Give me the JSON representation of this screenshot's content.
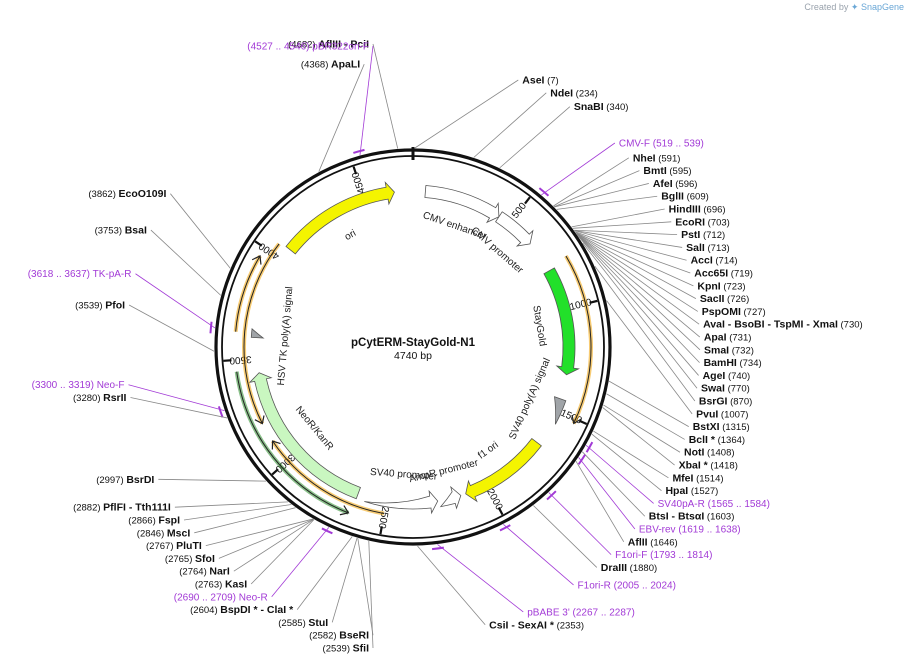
{
  "brand": {
    "created_by": "Created by",
    "app": "SnapGene"
  },
  "plasmid": {
    "name": "pCytERM-StayGold-N1",
    "size_label": "4740 bp",
    "length": 4740
  },
  "ticks": [
    "500",
    "1000",
    "1500",
    "2000",
    "2500",
    "3000",
    "3500",
    "4000",
    "4500"
  ],
  "enzymes": [
    {
      "name": "AseI",
      "pos": "(7)",
      "site": 7
    },
    {
      "name": "NdeI",
      "pos": "(234)",
      "site": 234
    },
    {
      "name": "SnaBI",
      "pos": "(340)",
      "site": 340
    },
    {
      "name": "NheI",
      "pos": "(591)",
      "site": 591
    },
    {
      "name": "BmtI",
      "pos": "(595)",
      "site": 595
    },
    {
      "name": "AfeI",
      "pos": "(596)",
      "site": 596
    },
    {
      "name": "BglII",
      "pos": "(609)",
      "site": 609
    },
    {
      "name": "HindIII",
      "pos": "(696)",
      "site": 696
    },
    {
      "name": "EcoRI",
      "pos": "(703)",
      "site": 703
    },
    {
      "name": "PstI",
      "pos": "(712)",
      "site": 712
    },
    {
      "name": "SalI",
      "pos": "(713)",
      "site": 713
    },
    {
      "name": "AccI",
      "pos": "(714)",
      "site": 714
    },
    {
      "name": "Acc65I",
      "pos": "(719)",
      "site": 719
    },
    {
      "name": "KpnI",
      "pos": "(723)",
      "site": 723
    },
    {
      "name": "SacII",
      "pos": "(726)",
      "site": 726
    },
    {
      "name": "PspOMI",
      "pos": "(727)",
      "site": 727
    },
    {
      "name": "AvaI  - BsoBI  - TspMI  - XmaI",
      "pos": "(730)",
      "site": 730
    },
    {
      "name": "ApaI",
      "pos": "(731)",
      "site": 731
    },
    {
      "name": "SmaI",
      "pos": "(732)",
      "site": 732
    },
    {
      "name": "BamHI",
      "pos": "(734)",
      "site": 734
    },
    {
      "name": "AgeI",
      "pos": "(740)",
      "site": 740
    },
    {
      "name": "SwaI",
      "pos": "(770)",
      "site": 770
    },
    {
      "name": "BsrGI",
      "pos": "(870)",
      "site": 870
    },
    {
      "name": "PvuI",
      "pos": "(1007)",
      "site": 1007
    },
    {
      "name": "BstXI",
      "pos": "(1315)",
      "site": 1315
    },
    {
      "name": "BclI *",
      "pos": "(1364)",
      "site": 1364
    },
    {
      "name": "NotI",
      "pos": "(1408)",
      "site": 1408
    },
    {
      "name": "XbaI *",
      "pos": "(1418)",
      "site": 1418
    },
    {
      "name": "MfeI",
      "pos": "(1514)",
      "site": 1514
    },
    {
      "name": "HpaI",
      "pos": "(1527)",
      "site": 1527
    },
    {
      "name": "BtsI  - BtsαI",
      "pos": "(1603)",
      "site": 1603
    },
    {
      "name": "AflII",
      "pos": "(1646)",
      "site": 1646
    },
    {
      "name": "DraIII",
      "pos": "(1880)",
      "site": 1880
    },
    {
      "name": "CsiI  - SexAI *",
      "pos": "(2353)",
      "site": 2353
    },
    {
      "name": "SfiI",
      "pos": "(2539)",
      "site": 2539
    },
    {
      "name": "BseRI",
      "pos": "(2582)",
      "site": 2582
    },
    {
      "name": "StuI",
      "pos": "(2585)",
      "site": 2585
    },
    {
      "name": "BspDI *  - ClaI *",
      "pos": "(2604)",
      "site": 2604
    },
    {
      "name": "KasI",
      "pos": "(2763)",
      "site": 2763
    },
    {
      "name": "NarI",
      "pos": "(2764)",
      "site": 2764
    },
    {
      "name": "SfoI",
      "pos": "(2765)",
      "site": 2765
    },
    {
      "name": "PluTI",
      "pos": "(2767)",
      "site": 2767
    },
    {
      "name": "MscI",
      "pos": "(2846)",
      "site": 2846
    },
    {
      "name": "FspI",
      "pos": "(2866)",
      "site": 2866
    },
    {
      "name": "PflFI  - Tth111I",
      "pos": "(2882)",
      "site": 2882
    },
    {
      "name": "BsrDI",
      "pos": "(2997)",
      "site": 2997
    },
    {
      "name": "RsrII",
      "pos": "(3280)",
      "site": 3280
    },
    {
      "name": "PfoI",
      "pos": "(3539)",
      "site": 3539
    },
    {
      "name": "BsaI",
      "pos": "(3753)",
      "site": 3753
    },
    {
      "name": "EcoO109I",
      "pos": "(3862)",
      "site": 3862
    },
    {
      "name": "ApaLI",
      "pos": "(4368)",
      "site": 4368
    },
    {
      "name": "AflIII  - PciI",
      "pos": "(4682)",
      "site": 4682
    }
  ],
  "primers": [
    {
      "name": "CMV-F",
      "range": "(519 .. 539)",
      "start": 519,
      "end": 539
    },
    {
      "name": "SV40pA-R",
      "range": "(1565 .. 1584)",
      "start": 1565,
      "end": 1584
    },
    {
      "name": "EBV-rev",
      "range": "(1619 .. 1638)",
      "start": 1619,
      "end": 1638
    },
    {
      "name": "F1ori-F",
      "range": "(1793 .. 1814)",
      "start": 1793,
      "end": 1814
    },
    {
      "name": "F1ori-R",
      "range": "(2005 .. 2024)",
      "start": 2005,
      "end": 2024
    },
    {
      "name": "pBABE 3'",
      "range": "(2267 .. 2287)",
      "start": 2267,
      "end": 2287
    },
    {
      "name": "Neo-R",
      "range": "(2690 .. 2709)",
      "start": 2690,
      "end": 2709
    },
    {
      "name": "Neo-F",
      "range": "(3300 .. 3319)",
      "start": 3300,
      "end": 3319
    },
    {
      "name": "TK-pA-R",
      "range": "(3618 .. 3637)",
      "start": 3618,
      "end": 3637
    },
    {
      "name": "pBR322ori-F",
      "range": "(4527 .. 4546)",
      "start": 4527,
      "end": 4546
    }
  ],
  "features": [
    {
      "name": "CMV enhancer",
      "start": 60,
      "end": 440,
      "dir": 1,
      "color": "#ffffff"
    },
    {
      "name": "CMV promoter",
      "start": 440,
      "end": 640,
      "dir": 1,
      "color": "#ffffff"
    },
    {
      "name": "StayGold",
      "start": 800,
      "end": 1320,
      "dir": 1,
      "color": "#22e02a"
    },
    {
      "name": "SV40 poly(A) signal",
      "start": 1440,
      "end": 1560,
      "dir": 0,
      "color": "#a0a4a8"
    },
    {
      "name": "f1 ori",
      "start": 1680,
      "end": 2110,
      "dir": 1,
      "color": "#f4f400"
    },
    {
      "name": "AmpR promoter",
      "start": 2135,
      "end": 2240,
      "dir": -1,
      "color": "#ffffff"
    },
    {
      "name": "SV40 promoter",
      "start": 2250,
      "end": 2600,
      "dir": -1,
      "color": "#ffffff"
    },
    {
      "name": "NeoR/KanR",
      "start": 2640,
      "end": 3430,
      "dir": 1,
      "color": "#c9f7c0"
    },
    {
      "name": "HSV TK poly(A) signal",
      "start": 3600,
      "end": 3640,
      "dir": 0,
      "color": "#a0a4a8"
    },
    {
      "name": "ori",
      "start": 4060,
      "end": 4650,
      "dir": 1,
      "color": "#f4f400"
    }
  ],
  "orfs": [
    {
      "start": 780,
      "end": 1520,
      "dir": 1,
      "color": "#f0a000"
    },
    {
      "start": 2500,
      "end": 3110,
      "dir": 1,
      "color": "#f0a000"
    },
    {
      "start": 2650,
      "end": 3450,
      "dir": -1,
      "color": "#2a8c2a"
    },
    {
      "start": 3200,
      "end": 4050,
      "dir": -1,
      "color": "#f0a000"
    },
    {
      "start": 3620,
      "end": 3960,
      "dir": 1,
      "color": "#f0a000"
    }
  ]
}
